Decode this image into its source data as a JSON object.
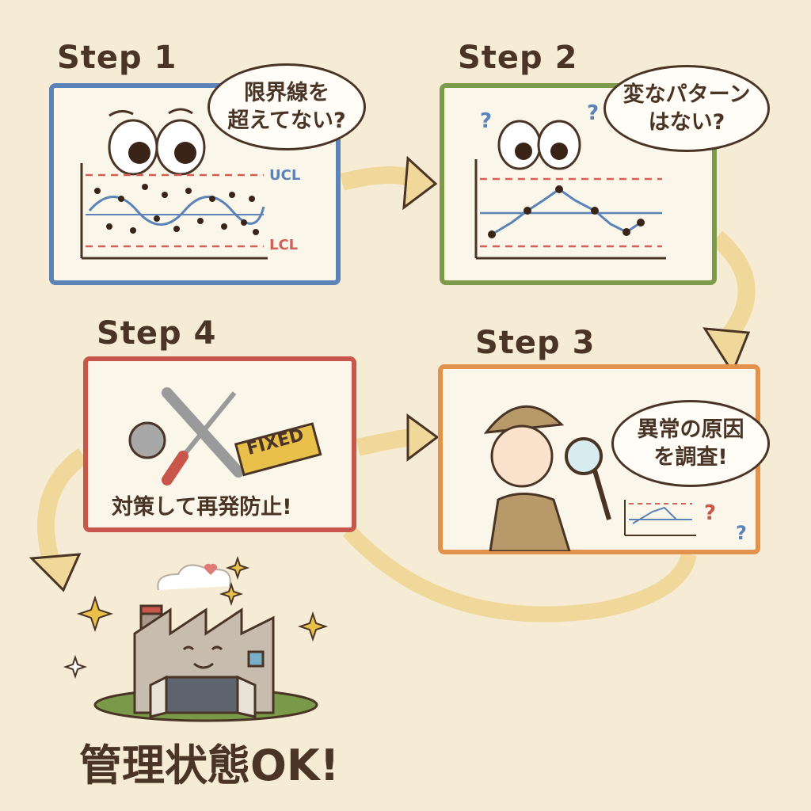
{
  "steps": [
    {
      "label": "Step 1",
      "bubble_line1": "限界線を",
      "bubble_line2": "超えてない?",
      "ucl": "UCL",
      "lcl": "LCL",
      "color": "#5b83b8"
    },
    {
      "label": "Step 2",
      "bubble_line1": "変なパターン",
      "bubble_line2": "はない?",
      "color": "#7c9a4a"
    },
    {
      "label": "Step 3",
      "bubble_line1": "異常の原因",
      "bubble_line2": "を調査!",
      "color": "#e2924a"
    },
    {
      "label": "Step 4",
      "sign": "FIXED",
      "caption": "対策して再発防止!",
      "color": "#c8564b"
    }
  ],
  "result": {
    "caption": "管理状態OK!"
  },
  "colors": {
    "background": "#f6ecd6",
    "arrow": "#f0d79a",
    "ink": "#4a3426",
    "limit": "#d0625a"
  }
}
